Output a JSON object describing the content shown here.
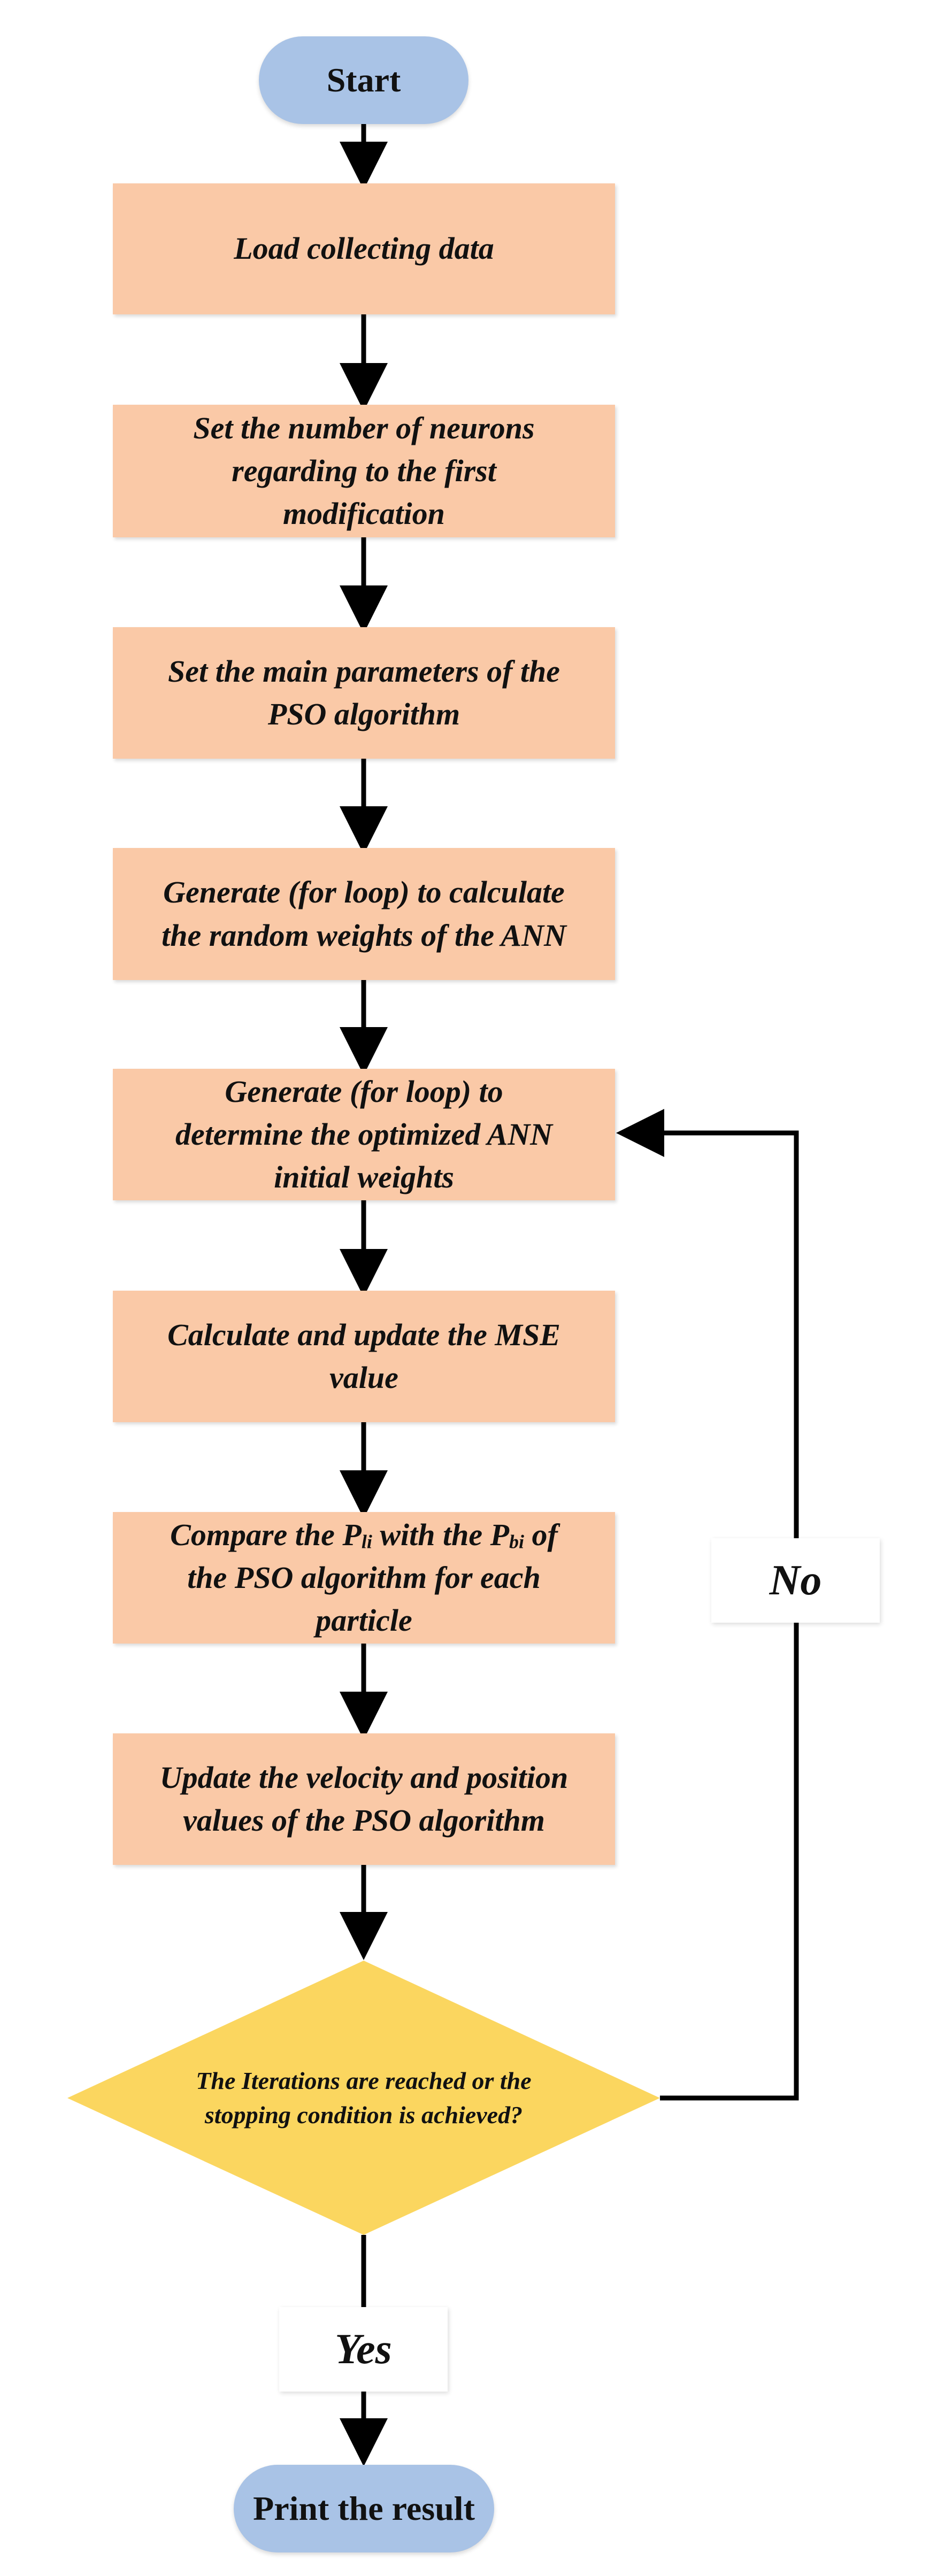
{
  "colors": {
    "terminal_fill": "#a9c3e6",
    "process_fill": "#fac9a7",
    "decision_fill": "#fbd65f",
    "arrow": "#000000",
    "text": "#111111"
  },
  "nodes": {
    "start": "Start",
    "load_data": "Load collecting data",
    "set_neurons": [
      "Set the number of neurons",
      "regarding to the first",
      "modification"
    ],
    "set_pso_params": [
      "Set the main parameters of the",
      "PSO algorithm"
    ],
    "generate_random_weights": [
      "Generate (for loop) to calculate",
      "the random weights of the ANN"
    ],
    "generate_optimized_weights": [
      "Generate (for loop) to",
      "determine the optimized ANN",
      "initial weights"
    ],
    "calculate_mse": [
      "Calculate and update the MSE",
      "value"
    ],
    "compare": {
      "l1_a": "Compare the P",
      "l1_sub_a": "li",
      "l1_b": " with the P",
      "l1_sub_b": "bi",
      "l1_c": " of",
      "l2": "the PSO algorithm for each",
      "l3": "particle"
    },
    "update_velocity": [
      "Update the velocity and position",
      "values of the PSO algorithm"
    ],
    "decision": [
      "The Iterations are reached or the",
      "stopping condition is achieved?"
    ],
    "print_result": "Print the result"
  },
  "edge_labels": {
    "no": "No",
    "yes": "Yes"
  }
}
